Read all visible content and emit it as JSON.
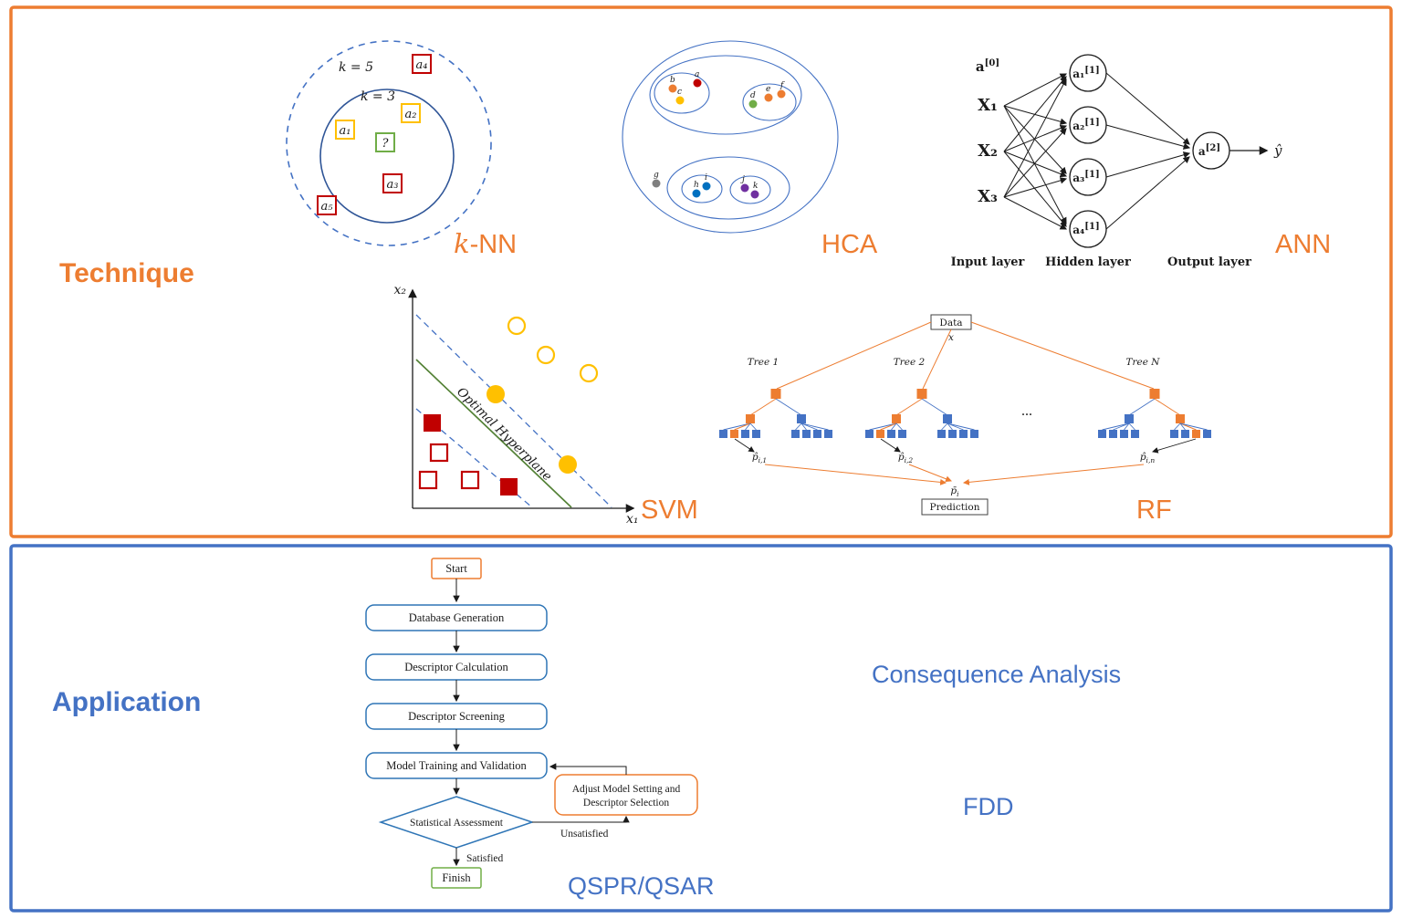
{
  "colors": {
    "orange": "#ED7D31",
    "blue": "#4472C4",
    "flow_blue": "#2E75B6",
    "red": "#C00000",
    "yellow": "#FFC000",
    "green": "#70AD47",
    "purple": "#7030A0",
    "gray": "#7F7F7F"
  },
  "sections": {
    "technique": "Technique",
    "application": "Application"
  },
  "knn": {
    "label_k": "k",
    "label_rest": "-NN",
    "k5": "k = 5",
    "k3": "k = 3",
    "a1": "a₁",
    "a2": "a₂",
    "a3": "a₃",
    "a4": "a₄",
    "a5": "a₅",
    "unknown": "?"
  },
  "hca": {
    "label": "HCA",
    "dots": [
      "a",
      "b",
      "c",
      "d",
      "e",
      "f",
      "g",
      "h",
      "i",
      "j",
      "k"
    ]
  },
  "ann": {
    "label": "ANN",
    "a0_base": "a",
    "a0_sup": "[0]",
    "inputs": [
      "X₁",
      "X₂",
      "X₃"
    ],
    "hidden": [
      {
        "base": "a₁",
        "sup": "[1]"
      },
      {
        "base": "a₂",
        "sup": "[1]"
      },
      {
        "base": "a₃",
        "sup": "[1]"
      },
      {
        "base": "a₄",
        "sup": "[1]"
      }
    ],
    "out_base": "a",
    "out_sup": "[2]",
    "yhat": "ŷ",
    "layers": [
      "Input layer",
      "Hidden layer",
      "Output layer"
    ]
  },
  "svm": {
    "label": "SVM",
    "x_axis": "x₁",
    "y_axis": "x₂",
    "hyperplane": "Optimal Hyperplane"
  },
  "rf": {
    "label": "RF",
    "data_box": "Data",
    "data_var": "x",
    "trees": [
      "Tree 1",
      "Tree 2",
      "Tree N"
    ],
    "ellipsis": "...",
    "p_base": "p̂",
    "p_subs": [
      "i,1",
      "i,2",
      "i,n"
    ],
    "mean_base": "p̄",
    "mean_sub": "i",
    "prediction": "Prediction"
  },
  "flowchart": {
    "start": "Start",
    "steps": [
      "Database Generation",
      "Descriptor Calculation",
      "Descriptor Screening",
      "Model Training and Validation"
    ],
    "decision": "Statistical Assessment",
    "satisfied": "Satisfied",
    "unsatisfied": "Unsatisfied",
    "adjust_line1": "Adjust Model Setting and",
    "adjust_line2": "Descriptor Selection",
    "finish": "Finish"
  },
  "applications": {
    "consequence_analysis": "Consequence Analysis",
    "fdd": "FDD",
    "qspr_qsar": "QSPR/QSAR"
  }
}
